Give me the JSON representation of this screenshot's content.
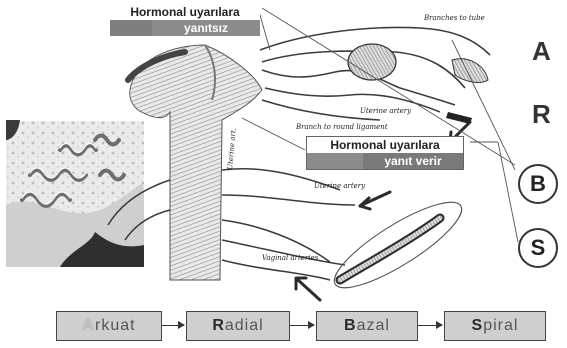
{
  "callouts": {
    "unresponsive": {
      "line1": "Hormonal uyarılara",
      "line2": "yanıtsız"
    },
    "responsive": {
      "line1": "Hormonal uyarılara",
      "line2": "yanıt verir"
    }
  },
  "side_letters": [
    "A",
    "R",
    "B",
    "S"
  ],
  "flow": [
    {
      "first": "A",
      "rest": "rkuat"
    },
    {
      "first": "R",
      "rest": "adial"
    },
    {
      "first": "B",
      "rest": "azal"
    },
    {
      "first": "S",
      "rest": "piral"
    }
  ],
  "illustration_labels": {
    "branches_to_tube": "Branches to tube",
    "uterine_artery_top": "Uterine artery",
    "branch_round_ligament": "Branch to round ligament",
    "uterine_artery_side": "Uterine art.",
    "uterine_artery_low": "Uterine artery",
    "vaginal_arteries": "Vaginal arteries"
  },
  "colors": {
    "callout_bg": "#7f7f7f",
    "flow_box_bg": "#cfcfcf",
    "ink": "#333333"
  }
}
